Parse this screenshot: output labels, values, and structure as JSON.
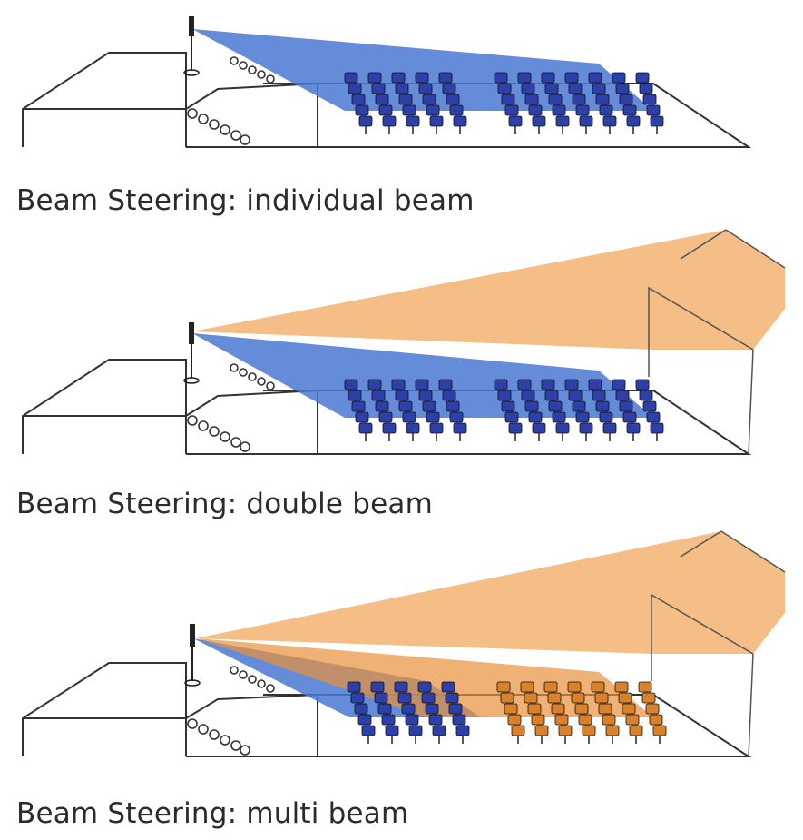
{
  "figures": [
    {
      "caption": "Beam Steering: individual beam",
      "beams": [
        "blue"
      ],
      "audience_fill": [
        "blue",
        "blue"
      ],
      "balcony": false
    },
    {
      "caption": "Beam Steering: double beam",
      "beams": [
        "blue",
        "orange"
      ],
      "audience_fill": [
        "blue",
        "blue"
      ],
      "balcony": true
    },
    {
      "caption": "Beam Steering: multi beam",
      "beams": [
        "orange",
        "blue",
        "orange"
      ],
      "audience_fill": [
        "blue",
        "orange"
      ],
      "balcony": true
    }
  ],
  "colors": {
    "blue_beam": "#4a78d2",
    "orange_beam": "#f4b77a",
    "seat_blue": "#2d3fa8",
    "seat_orange": "#d9822b",
    "outline": "#333333"
  }
}
